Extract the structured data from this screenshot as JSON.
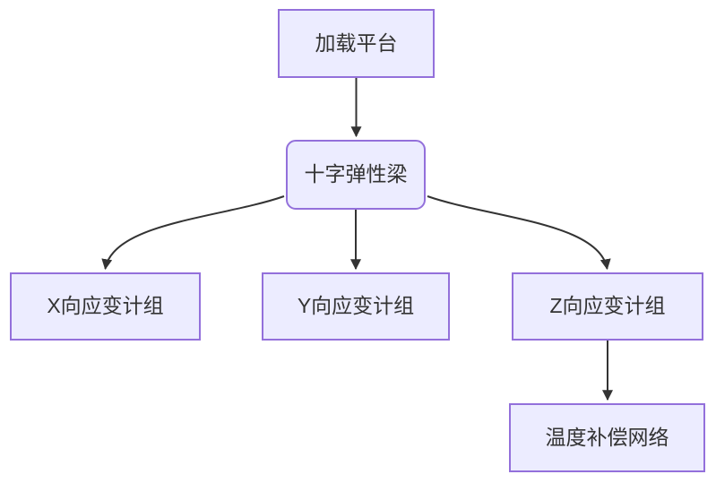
{
  "diagram": {
    "type": "flowchart",
    "direction": "top-down",
    "colors": {
      "node_fill": "#ECECFF",
      "node_border": "#9370DB",
      "edge_color": "#333333",
      "text_color": "#333333",
      "background": "#ffffff"
    },
    "nodes": [
      {
        "id": "A",
        "label": "加载平台",
        "shape": "rect"
      },
      {
        "id": "B",
        "label": "十字弹性梁",
        "shape": "rounded-rect"
      },
      {
        "id": "C",
        "label": "X向应变计组",
        "shape": "rect"
      },
      {
        "id": "D",
        "label": "Y向应变计组",
        "shape": "rect"
      },
      {
        "id": "E",
        "label": "Z向应变计组",
        "shape": "rect"
      },
      {
        "id": "F",
        "label": "温度补偿网络",
        "shape": "rect"
      }
    ],
    "edges": [
      {
        "from": "加载平台",
        "to": "十字弹性梁",
        "arrow": "filled-triangle"
      },
      {
        "from": "十字弹性梁",
        "to": "X向应变计组",
        "arrow": "filled-triangle"
      },
      {
        "from": "十字弹性梁",
        "to": "Y向应变计组",
        "arrow": "filled-triangle"
      },
      {
        "from": "十字弹性梁",
        "to": "Z向应变计组",
        "arrow": "filled-triangle"
      },
      {
        "from": "Z向应变计组",
        "to": "温度补偿网络",
        "arrow": "filled-triangle"
      }
    ]
  }
}
